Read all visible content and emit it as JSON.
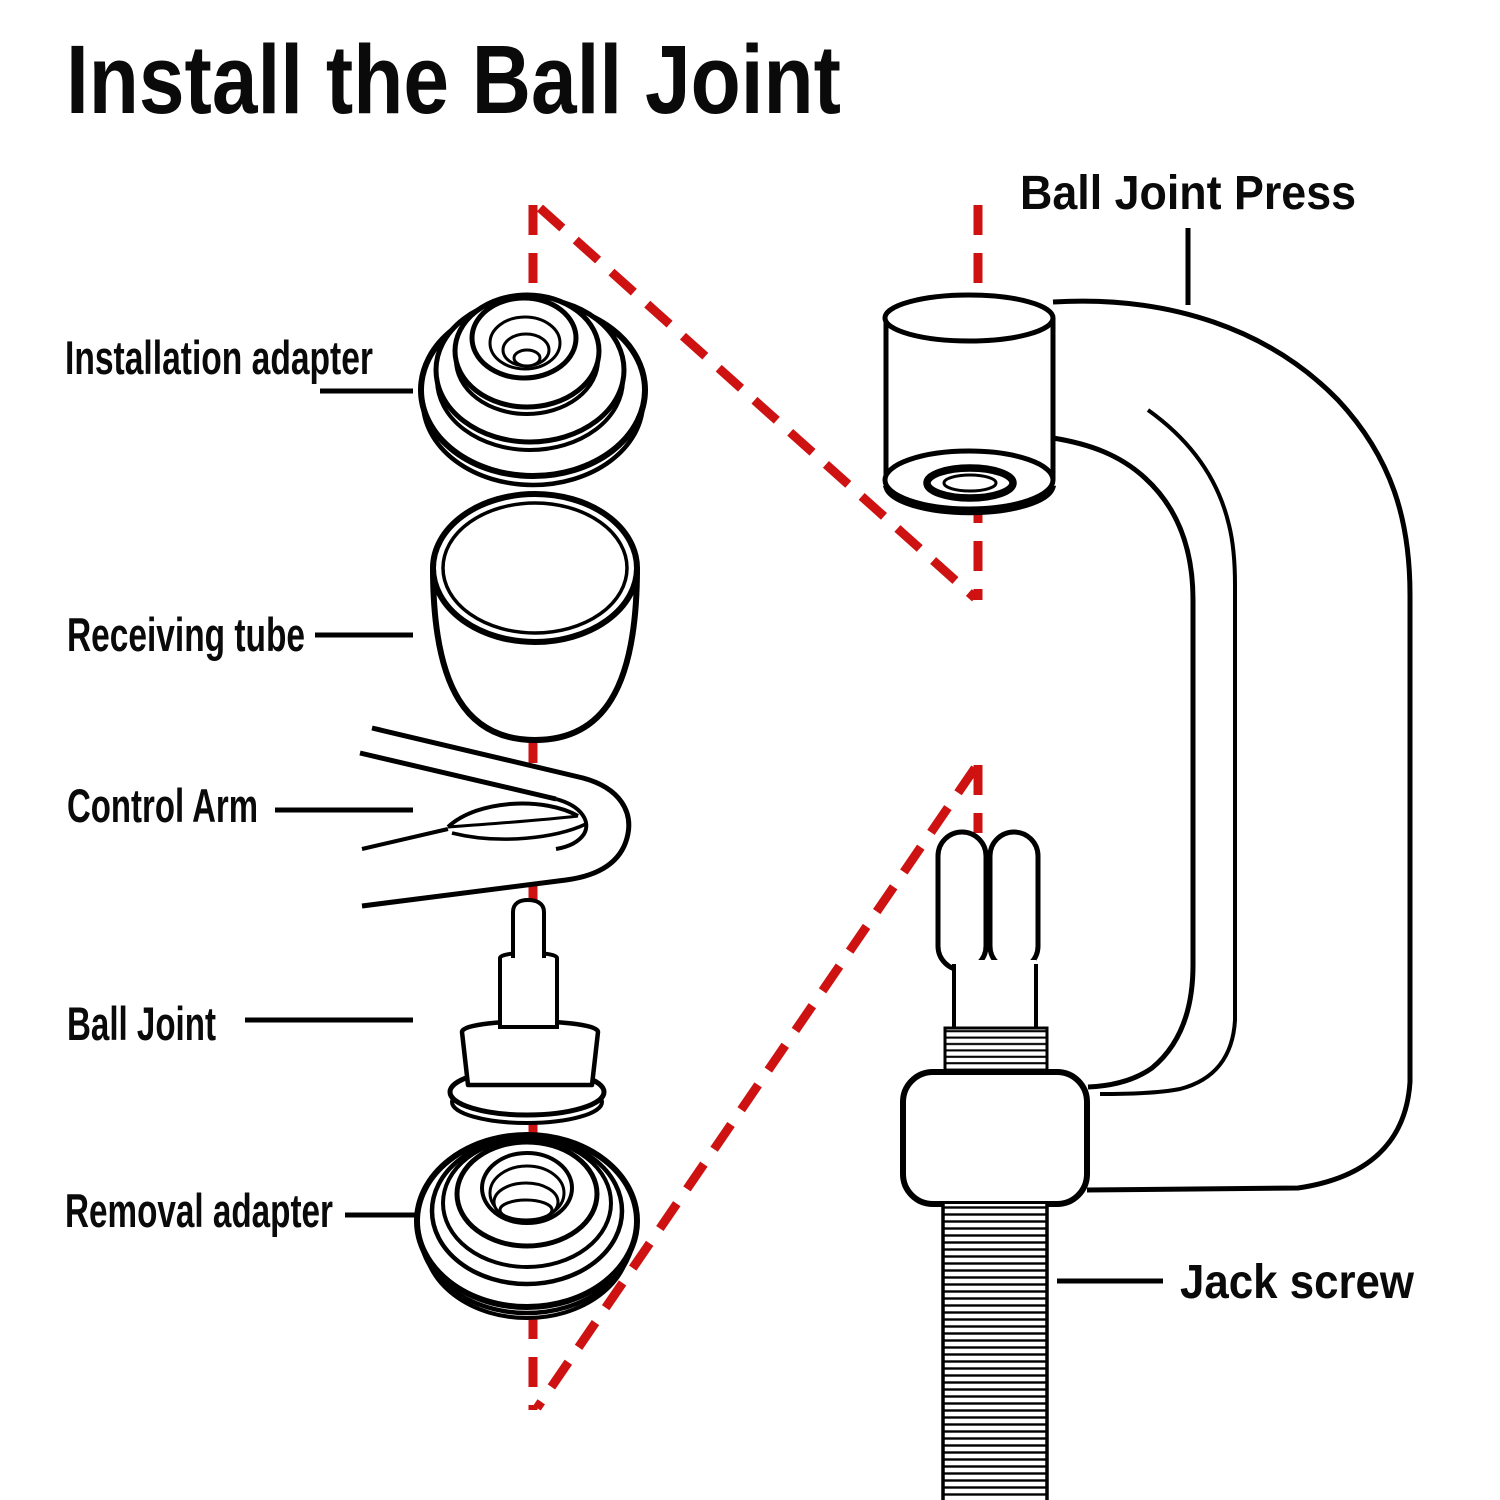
{
  "title": "Install the Ball Joint",
  "labels": {
    "ball_joint_press": "Ball Joint Press",
    "installation_adapter": "Installation adapter",
    "receiving_tube": "Receiving tube",
    "control_arm": "Control Arm",
    "ball_joint": "Ball Joint",
    "removal_adapter": "Removal adapter",
    "jack_screw": "Jack screw"
  },
  "colors": {
    "ink": "#000000",
    "guide_red": "#ce1212",
    "background": "#ffffff"
  }
}
